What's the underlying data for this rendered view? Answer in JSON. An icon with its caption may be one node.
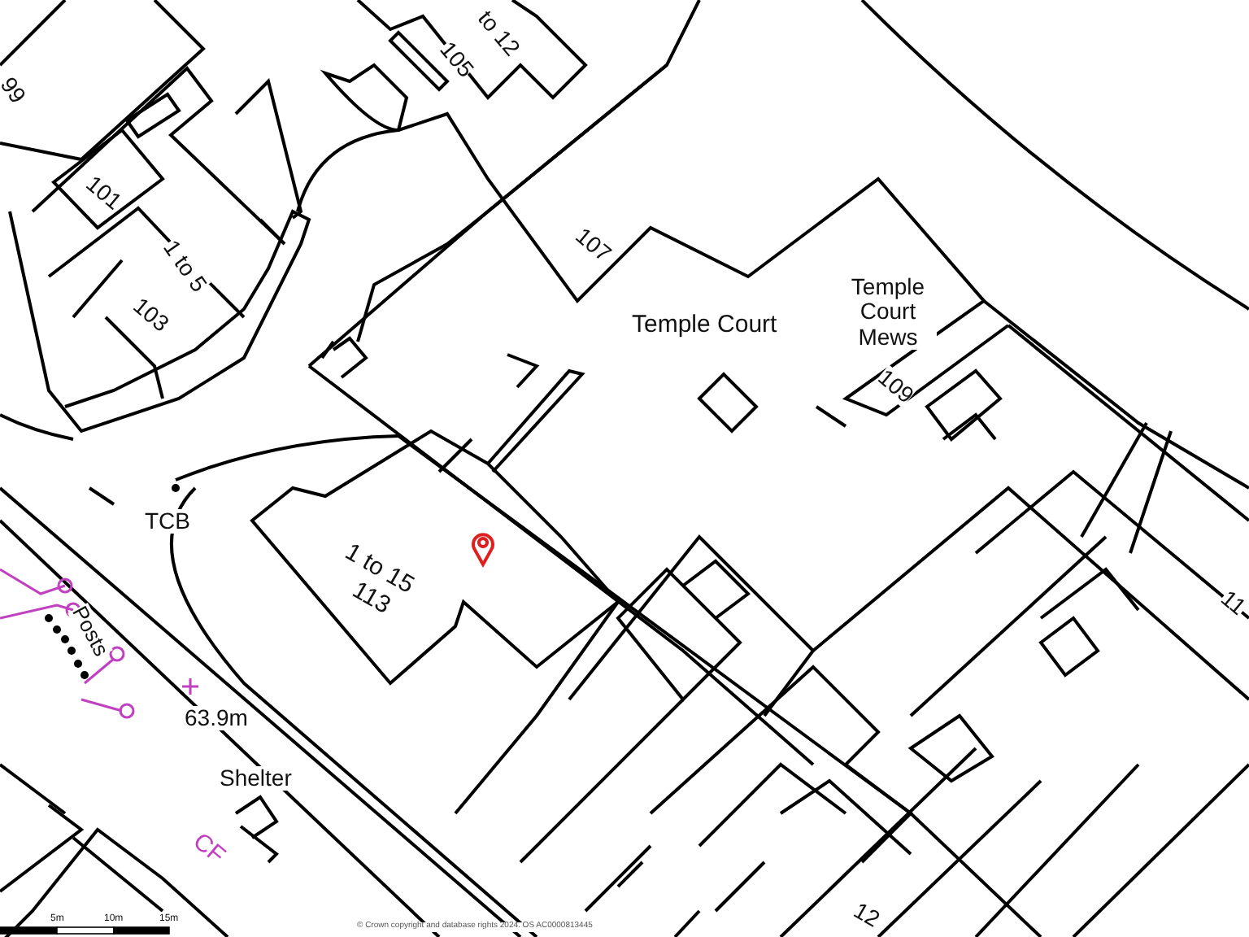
{
  "diagram": {
    "labels": [
      "99",
      "to 12",
      "105",
      "101",
      "1 to 5",
      "103",
      "107",
      "Temple Court",
      "Temple Court Mews",
      "109",
      "TCB",
      "1 to 15",
      "113",
      "Posts",
      "63.9m",
      "Shelter",
      "CF",
      "11",
      "12",
      "5m",
      "10m",
      "15m",
      "© Crown copyright and database rights 2024. OS AC0000813445"
    ]
  }
}
